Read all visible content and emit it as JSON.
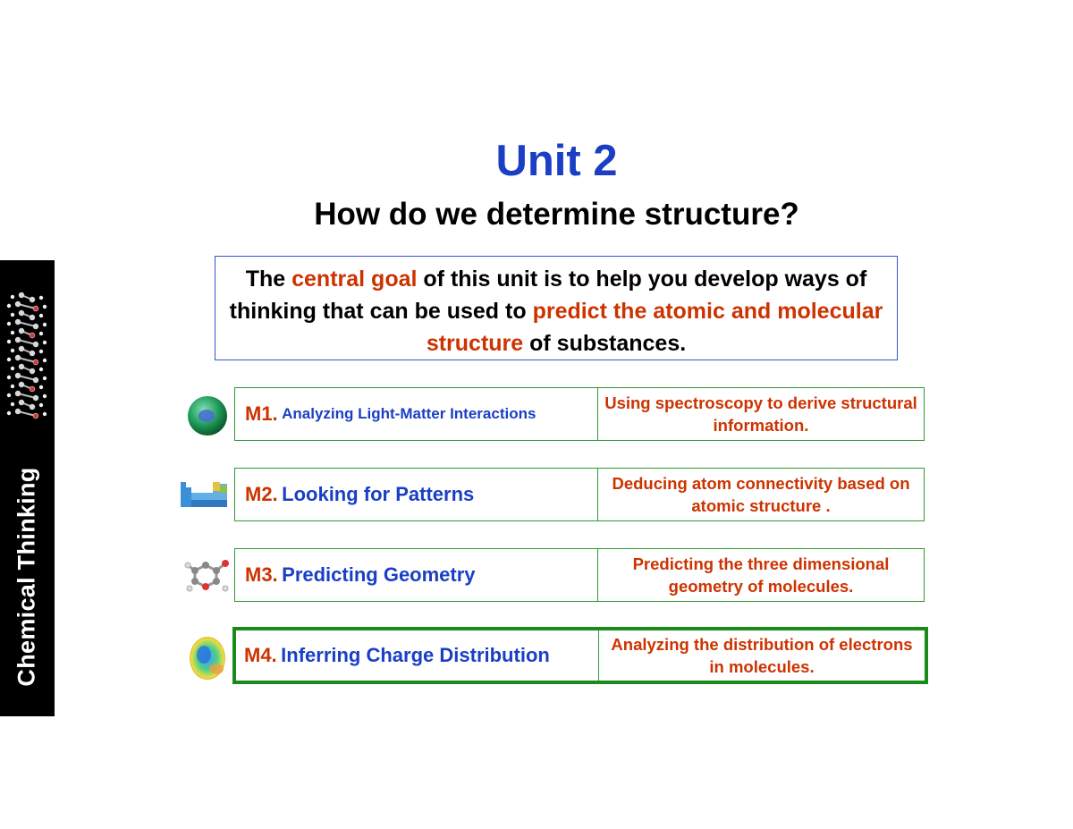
{
  "sidebar": {
    "label": "Chemical Thinking"
  },
  "title": "Unit 2",
  "subtitle": "How do we determine structure?",
  "goal": {
    "part1": "The ",
    "highlight1": "central goal",
    "part2": " of this unit is to help you develop ways of thinking that can be used to ",
    "highlight2": "predict the atomic and molecular structure",
    "part3": " of substances."
  },
  "modules": [
    {
      "code": "M1.",
      "title": "Analyzing Light-Matter Interactions",
      "description": "Using spectroscopy to derive structural information.",
      "icon": "globe-icon"
    },
    {
      "code": "M2.",
      "title": "Looking for Patterns",
      "description": "Deducing atom connectivity based on atomic structure .",
      "icon": "periodic-table-icon"
    },
    {
      "code": "M3.",
      "title": "Predicting Geometry",
      "description": "Predicting the three dimensional geometry of molecules.",
      "icon": "molecule-model-icon"
    },
    {
      "code": "M4.",
      "title": "Inferring Charge Distribution",
      "description": "Analyzing the distribution of electrons in molecules.",
      "icon": "charge-map-icon"
    }
  ],
  "colors": {
    "accent_blue": "#1a3fc4",
    "accent_red": "#cc3300",
    "border_green": "#2f9a2f"
  }
}
